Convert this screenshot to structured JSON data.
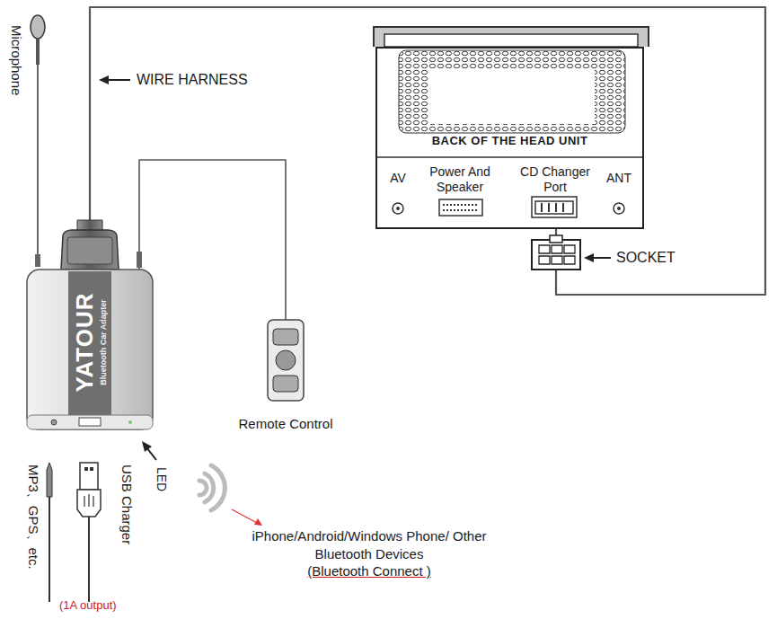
{
  "diagram": {
    "nodes": [
      {
        "text": [
          "BACK OF THE HEAD UNIT"
        ]
      },
      {
        "text": [
          "YATOUR",
          "Bluetooth Car Adapter"
        ]
      },
      {
        "text": [
          "Remote Control"
        ]
      }
    ],
    "edges": [
      {
        "from": 1,
        "to": 0,
        "arrow": "none"
      },
      {
        "from": 1,
        "to": 2,
        "arrow": "none"
      }
    ],
    "labels": [
      "Microphone",
      "WIRE HARNESS",
      "AV",
      "Power And Speaker",
      "CD Changer Port",
      "ANT",
      "SOCKET",
      "LED",
      "USB Charger",
      "MP3、GPS、etc.",
      "(1A output)",
      "iPhone/Android/Windows Phone/ Other Bluetooth Devices",
      "(Bluetooth Connect )"
    ]
  }
}
